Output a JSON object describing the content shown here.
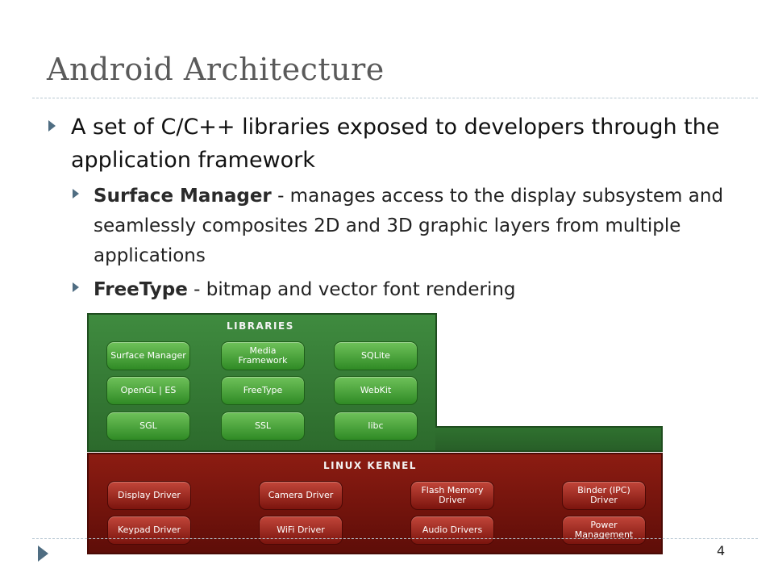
{
  "slide": {
    "title": "Android Architecture",
    "page_number": "4"
  },
  "bullets": {
    "main": "A set of C/C++ libraries exposed to developers through the application framework",
    "sub": [
      {
        "term": "Surface Manager",
        "text": " - manages access to the display subsystem and seamlessly composites 2D and 3D graphic layers from multiple applications"
      },
      {
        "term": "FreeType",
        "text": " - bitmap and vector font rendering"
      }
    ]
  },
  "diagram": {
    "libraries": {
      "label": "Libraries",
      "color": "#2f7a2f",
      "items": [
        "Surface Manager",
        "Media Framework",
        "SQLite",
        "OpenGL | ES",
        "FreeType",
        "WebKit",
        "SGL",
        "SSL",
        "libc"
      ]
    },
    "kernel": {
      "label": "Linux Kernel",
      "color": "#7a1510",
      "items": [
        "Display Driver",
        "Camera Driver",
        "Flash Memory Driver",
        "Binder (IPC) Driver",
        "Keypad Driver",
        "WiFi Driver",
        "Audio Drivers",
        "Power Management"
      ]
    }
  },
  "icons": {
    "bullet": "triangle-right-icon",
    "footer": "triangle-right-icon"
  }
}
